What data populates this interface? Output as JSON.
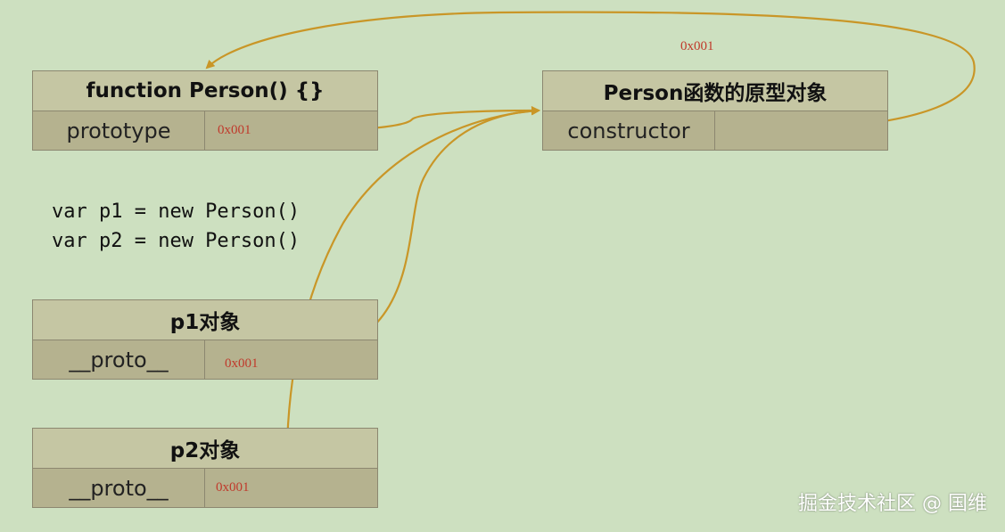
{
  "colors": {
    "background": "#cde0c0",
    "header": "#c5c6a3",
    "row": "#b5b28f",
    "border": "#8c8770",
    "arrow": "#c99627",
    "address": "#c0392b"
  },
  "boxes": {
    "person_fn": {
      "title": "function Person() {}",
      "key": "prototype",
      "value": "0x001"
    },
    "prototype_obj": {
      "title": "Person函数的原型对象",
      "key": "constructor",
      "value": ""
    },
    "p1": {
      "title": "p1对象",
      "key": "__proto__",
      "value": "0x001"
    },
    "p2": {
      "title": "p2对象",
      "key": "__proto__",
      "value": "0x001"
    }
  },
  "code": {
    "line1": "var p1 = new Person()",
    "line2": "var p2 = new Person()"
  },
  "constructor_ref": "0x001",
  "watermark": "掘金技术社区 @ 国维"
}
